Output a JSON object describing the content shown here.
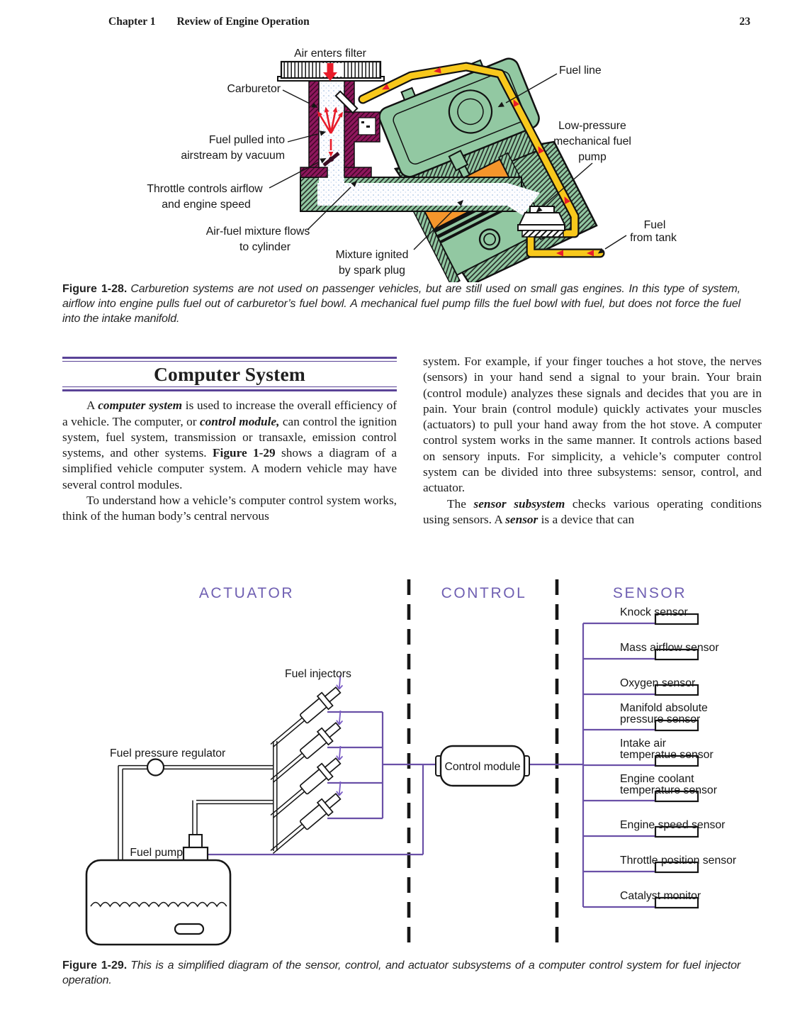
{
  "header": {
    "chapter": "Chapter 1",
    "title": "Review of Engine Operation",
    "page_number": "23"
  },
  "colors": {
    "heading_rule_purple": "#5a4397",
    "diagram_header_purple": "#6f5fb2",
    "signal_line_purple": "#6a50a7",
    "engine_green": "#92c8a2",
    "carburetor_magenta": "#8e175c",
    "fuel_line_yellow": "#f8c81c",
    "flow_arrow_red": "#e81c2a",
    "combustion_orange": "#f5952b"
  },
  "figure28": {
    "labels": {
      "air_enters_filter": "Air enters filter",
      "carburetor": "Carburetor",
      "fuel_pulled_1": "Fuel pulled into",
      "fuel_pulled_2": "airstream by vacuum",
      "throttle_1": "Throttle controls airflow",
      "throttle_2": "and engine speed",
      "mixture_flows_1": "Air-fuel mixture flows",
      "mixture_flows_2": "to cylinder",
      "ignited_1": "Mixture ignited",
      "ignited_2": "by spark plug",
      "fuel_line": "Fuel line",
      "pump_1": "Low-pressure",
      "pump_2": "mechanical fuel",
      "pump_3": "pump",
      "from_tank_1": "Fuel",
      "from_tank_2": "from tank"
    },
    "caption_lead": "Figure 1-28.",
    "caption_text": "Carburetion systems are not used on passenger vehicles, but are still used on small gas engines. In this type of system, airflow into engine pulls fuel out of carburetor’s fuel bowl. A mechanical fuel pump fills the fuel bowl with fuel, but does not force the fuel into the intake manifold."
  },
  "section": {
    "heading": "Computer System",
    "p1": {
      "s0": "A ",
      "s1": "computer system",
      "s2": " is used to increase the overall efficiency of a vehicle. The computer, or ",
      "s3": "control module,",
      "s4": " can control the ignition system, fuel system, transmission or transaxle, emission control systems, and other systems. ",
      "s5": "Figure 1-29",
      "s6": " shows a diagram of a simplified vehicle computer system. A modern vehicle may have several control modules."
    },
    "p2": "To understand how a vehicle’s computer control system works, think of the human body’s central nervous",
    "p3": "system. For example, if your finger touches a hot stove, the nerves (sensors) in your hand send a signal to your brain. Your brain (control module) analyzes these signals and decides that you are in pain. Your brain (control module) quickly activates your muscles (actuators) to pull your hand away from the hot stove. A computer control system works in the same manner. It controls actions based on sensory inputs. For simplicity, a vehicle’s computer control system can be divided into three subsystems: sensor, control, and actuator.",
    "p4": {
      "s0": "The ",
      "s1": "sensor subsystem",
      "s2": " checks various operating conditions using sensors. A ",
      "s3": "sensor",
      "s4": " is a device that can"
    }
  },
  "figure29": {
    "headers": {
      "actuator": "ACTUATOR",
      "control": "CONTROL",
      "sensor": "SENSOR"
    },
    "control_module_label": "Control module",
    "actuator_labels": {
      "fuel_injectors": "Fuel injectors",
      "fuel_pressure_regulator": "Fuel pressure regulator",
      "fuel_pump": "Fuel pump"
    },
    "sensors": [
      {
        "l1": "Knock sensor",
        "l2": ""
      },
      {
        "l1": "Mass airflow sensor",
        "l2": ""
      },
      {
        "l1": "Oxygen sensor",
        "l2": ""
      },
      {
        "l1": "Manifold absolute",
        "l2": "pressure sensor"
      },
      {
        "l1": "Intake air",
        "l2": "temperatue sensor"
      },
      {
        "l1": "Engine coolant",
        "l2": "temperature sensor"
      },
      {
        "l1": "Engine speed sensor",
        "l2": ""
      },
      {
        "l1": "Throttle position sensor",
        "l2": ""
      },
      {
        "l1": "Catalyst monitor",
        "l2": ""
      }
    ],
    "caption_lead": "Figure 1-29.",
    "caption_text": "This is a simplified diagram of the sensor, control, and actuator subsystems of a computer control system for fuel injector operation."
  }
}
